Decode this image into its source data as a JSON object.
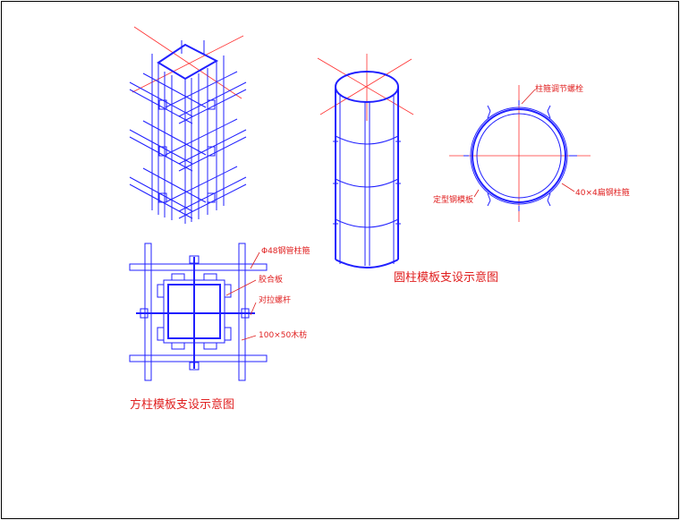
{
  "square_column": {
    "title": "方柱模板支设示意图",
    "labels": {
      "steel_pipe_hoop": "Φ48钢管柱箍",
      "plywood": "胶合板",
      "tie_bolt": "对拉螺杆",
      "timber": "100×50木枋"
    }
  },
  "round_column": {
    "title": "圆柱模板支设示意图",
    "labels": {
      "adjust_bolt": "柱箍调节螺栓",
      "steel_form": "定型钢模板",
      "flat_steel_hoop": "40×4扁钢柱箍"
    }
  },
  "colors": {
    "structure": "#2020ff",
    "annotation": "#e02020"
  }
}
